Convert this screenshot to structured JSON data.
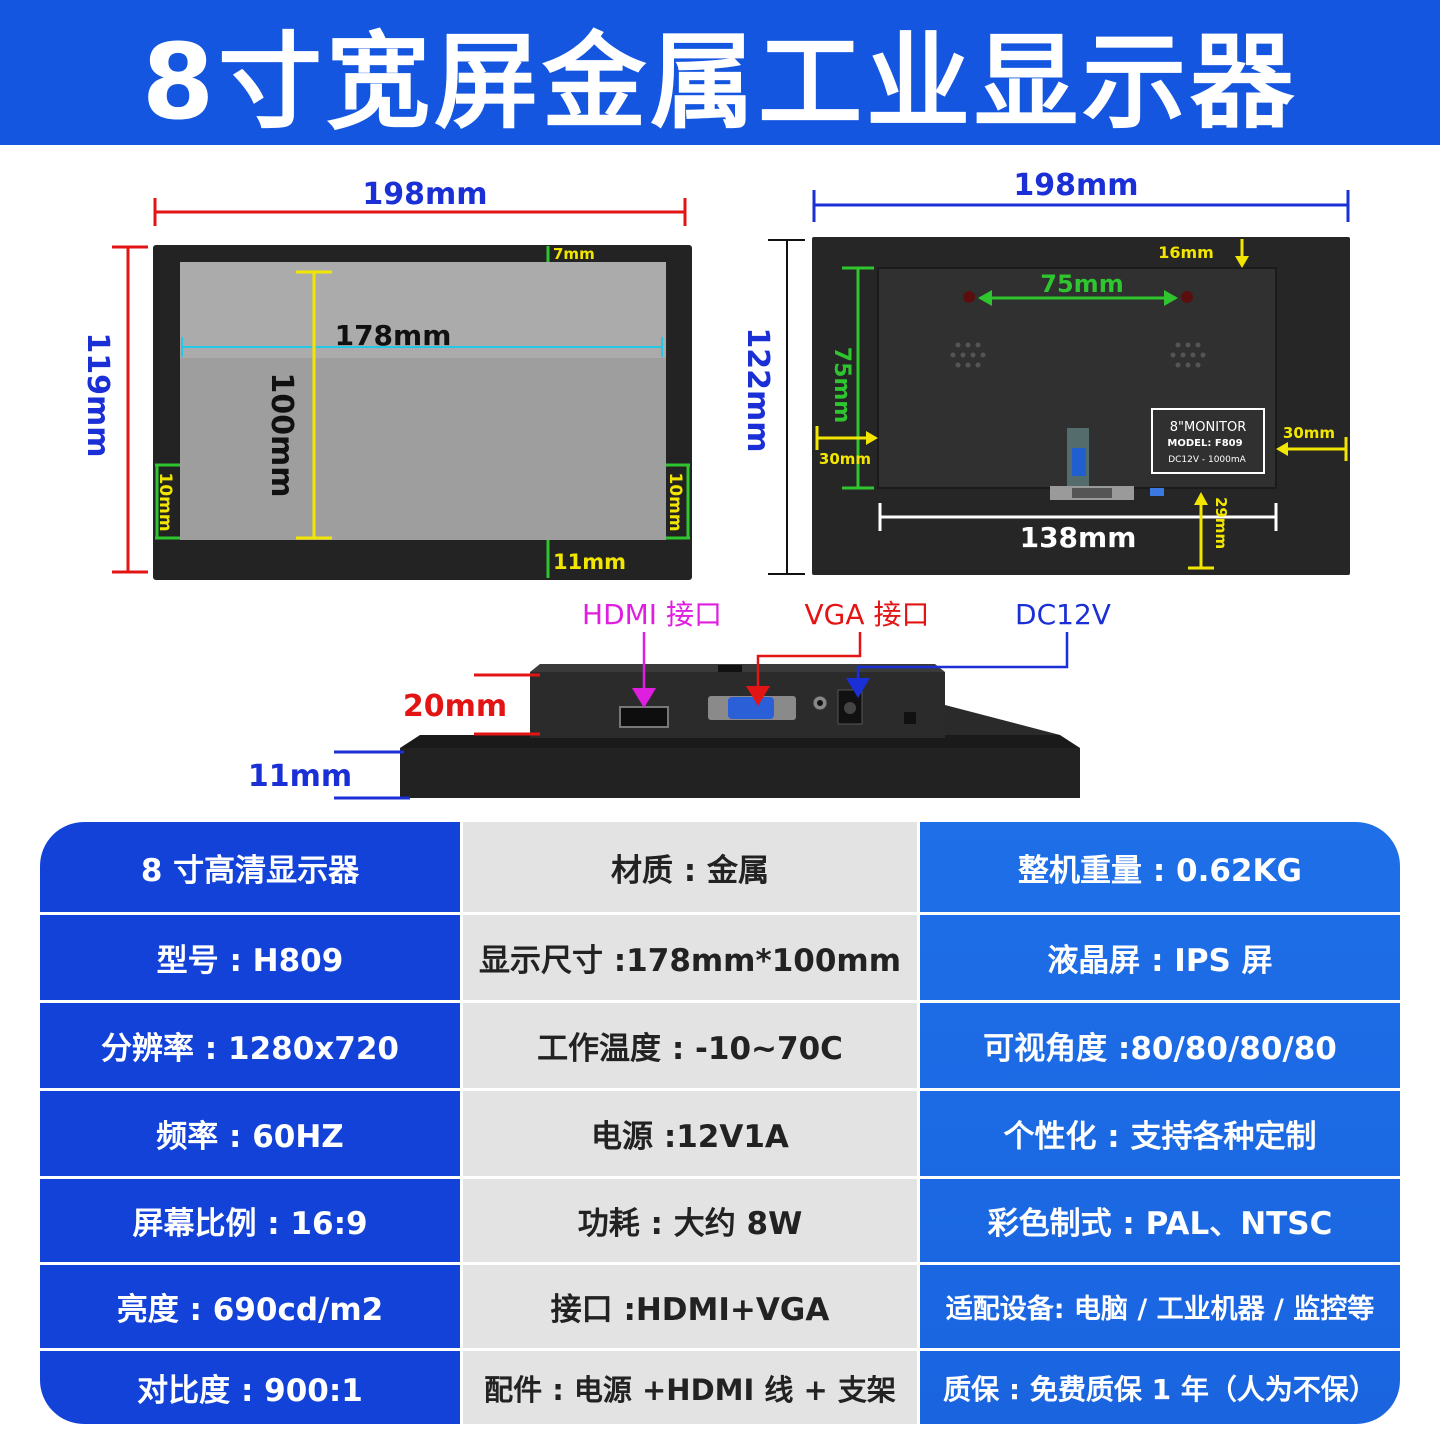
{
  "header": {
    "title": "8寸宽屏金属工业显示器"
  },
  "front_view": {
    "width": "198mm",
    "height": "119mm",
    "screen_width": "178mm",
    "screen_height": "100mm",
    "bezel_top": "7mm",
    "bezel_left": "10mm",
    "bezel_right": "10mm",
    "bezel_bottom": "11mm"
  },
  "back_view": {
    "width": "198mm",
    "height": "122mm",
    "mount_spacing": "75mm",
    "mount_height": "75mm",
    "top_offset": "16mm",
    "left_offset": "30mm",
    "right_offset": "30mm",
    "bottom_offset": "29mm",
    "box_width": "138mm",
    "label_line1": "8\"MONITOR",
    "label_line2": "MODEL:  F809",
    "label_line3": "DC12V - 1000mA"
  },
  "side_view": {
    "hdmi_label": "HDMI 接口",
    "vga_label": "VGA 接口",
    "dc_label": "DC12V",
    "depth_total": "20mm",
    "depth_panel": "11mm"
  },
  "specs": {
    "left": [
      "8 寸高清显示器",
      "型号 : H809",
      "分辨率 : 1280x720",
      "频率 : 60HZ",
      "屏幕比例 : 16:9",
      "亮度 : 690cd/m2",
      "对比度 : 900:1"
    ],
    "mid": [
      "材质 : 金属",
      "显示尺寸 :178mm*100mm",
      "工作温度 : -10~70C",
      "电源 :12V1A",
      "功耗 : 大约 8W",
      "接口 :HDMI+VGA",
      "配件 : 电源 +HDMI 线 + 支架"
    ],
    "right": [
      "整机重量 : 0.62KG",
      "液晶屏 : IPS 屏",
      "可视角度 :80/80/80/80",
      "个性化 : 支持各种定制",
      "彩色制式 : PAL、NTSC",
      "适配设备:  电脑 / 工业机器 / 监控等",
      "质保 : 免费质保 1 年（人为不保）"
    ]
  },
  "colors": {
    "banner": "#1556e0",
    "dim_red": "#e31414",
    "dim_blue": "#1a2fd6",
    "dim_yellow": "#f2e600",
    "dim_green": "#2ec52e",
    "label_magenta": "#e01ee0"
  }
}
